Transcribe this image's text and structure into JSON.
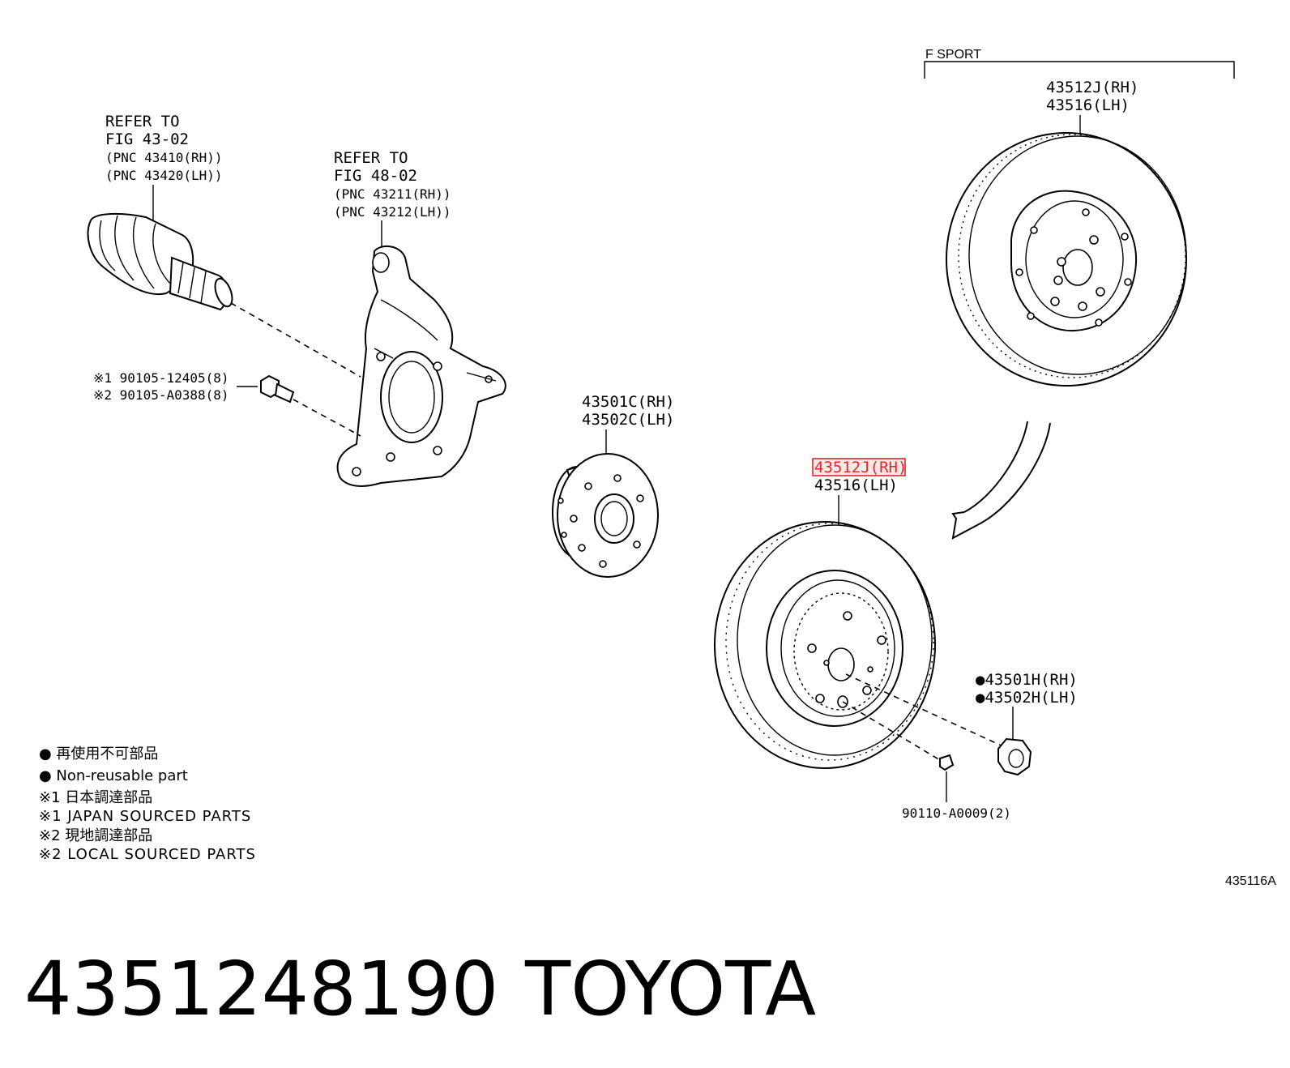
{
  "fsport": {
    "label": "F SPORT"
  },
  "drive_shaft": {
    "refer1": "REFER TO",
    "refer2": "FIG 43-02",
    "pnc1": "(PNC 43410(RH))",
    "pnc2": "(PNC 43420(LH))"
  },
  "knuckle": {
    "refer1": "REFER TO",
    "refer2": "FIG 48-02",
    "pnc1": "(PNC 43211(RH))",
    "pnc2": "(PNC 43212(LH))"
  },
  "bolt": {
    "line1": "※1 90105-12405(8)",
    "line2": "※2 90105-A0388(8)"
  },
  "hub": {
    "rh": "43501C(RH)",
    "lh": "43502C(LH)"
  },
  "rotor_fsport": {
    "rh": "43512J(RH)",
    "lh": "43516(LH)"
  },
  "rotor_std": {
    "rh": "43512J(RH)",
    "lh": "43516(LH)"
  },
  "nut": {
    "rh": "●43501H(RH)",
    "lh": "●43502H(LH)"
  },
  "screw": {
    "label": "90110-A0009(2)"
  },
  "legend": {
    "l1": "●  再使用不可部品",
    "l2": "●  Non-reusable part",
    "l3": "※1  日本調達部品",
    "l4": "※1  JAPAN SOURCED PARTS",
    "l5": "※2  現地調達部品",
    "l6": "※2  LOCAL SOURCED PARTS"
  },
  "figure_code": "435116A",
  "footer": {
    "part_number": "4351248190",
    "brand": "TOYOTA"
  },
  "colors": {
    "highlight": "#d92b2b",
    "ink": "#000000"
  }
}
